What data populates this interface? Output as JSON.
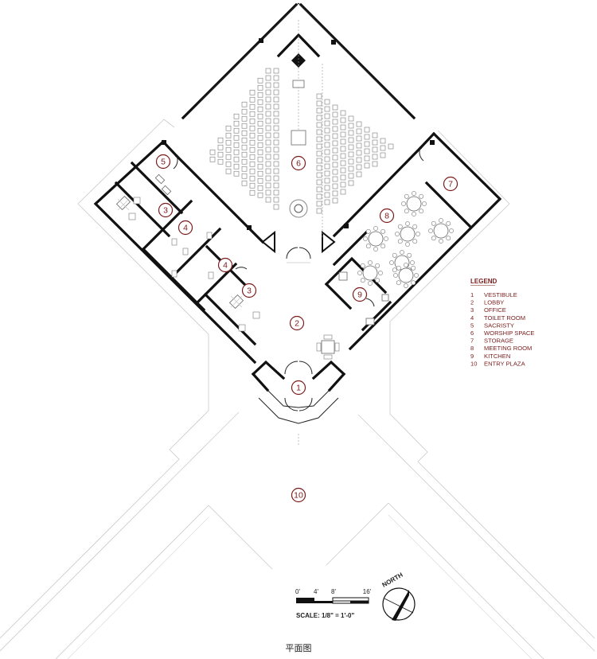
{
  "legend": {
    "title": "LEGEND",
    "items": [
      {
        "num": "1",
        "label": "VESTIBULE"
      },
      {
        "num": "2",
        "label": "LOBBY"
      },
      {
        "num": "3",
        "label": "OFFICE"
      },
      {
        "num": "4",
        "label": "TOILET ROOM"
      },
      {
        "num": "5",
        "label": "SACRISTY"
      },
      {
        "num": "6",
        "label": "WORSHIP SPACE"
      },
      {
        "num": "7",
        "label": "STORAGE"
      },
      {
        "num": "8",
        "label": "MEETING ROOM"
      },
      {
        "num": "9",
        "label": "KITCHEN"
      },
      {
        "num": "10",
        "label": "ENTRY PLAZA"
      }
    ]
  },
  "room_markers": [
    "1",
    "2",
    "3",
    "3",
    "4",
    "4",
    "5",
    "6",
    "7",
    "8",
    "9",
    "10"
  ],
  "scale": {
    "ticks": [
      "0'",
      "4'",
      "8'",
      "16'"
    ],
    "label": "SCALE: 1/8\" = 1'-0\""
  },
  "north_label": "NORTH",
  "caption": "平面图",
  "colors": {
    "accent": "#7a1c1c",
    "wall": "#111111",
    "light_line": "#c9c9c9"
  }
}
